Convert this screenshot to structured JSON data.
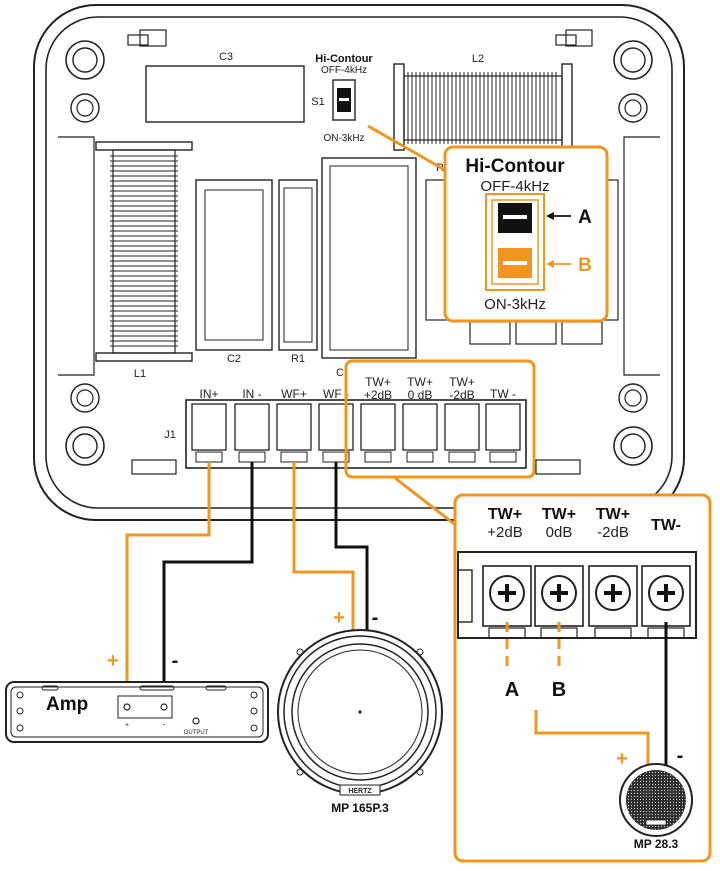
{
  "colors": {
    "accent": "#f0961e",
    "line": "#222222",
    "board": "#ffffff"
  },
  "board": {
    "label_c1": "C3",
    "label_l2": "L2",
    "label_c2": "C2",
    "label_r1": "R1",
    "label_l1": "L1",
    "label_c": "C",
    "label_r": "R",
    "label_j1": "J1",
    "switch": {
      "title": "Hi-Contour",
      "top": "OFF-4kHz",
      "ref": "S1",
      "bottom": "ON-3kHz"
    },
    "terminals": [
      "IN+",
      "IN -",
      "WF+",
      "WF -"
    ],
    "tw_terminals": [
      {
        "line1": "TW+",
        "line2": "+2dB"
      },
      {
        "line1": "TW+",
        "line2": "0 dB"
      },
      {
        "line1": "TW+",
        "line2": "-2dB"
      },
      {
        "line1": "TW -",
        "line2": ""
      }
    ]
  },
  "switch_callout": {
    "title": "Hi-Contour",
    "top": "OFF-4kHz",
    "bottom": "ON-3kHz",
    "marker_a": "A",
    "marker_b": "B"
  },
  "terminal_callout": {
    "columns": [
      {
        "line1": "TW+",
        "line2": "+2dB"
      },
      {
        "line1": "TW+",
        "line2": "0dB"
      },
      {
        "line1": "TW+",
        "line2": "-2dB"
      },
      {
        "line1": "TW-",
        "line2": ""
      }
    ],
    "marker_a": "A",
    "marker_b": "B",
    "plus": "+",
    "minus": "-",
    "tweeter_label": "MP 28.3"
  },
  "amp": {
    "label": "Amp",
    "plus": "+",
    "minus": "-",
    "output_label": "OUTPUT",
    "mini_plus": "+",
    "mini_minus": "-"
  },
  "woofer": {
    "label": "MP 165P.3",
    "brand": "HERTZ",
    "plus": "+",
    "minus": "-"
  }
}
